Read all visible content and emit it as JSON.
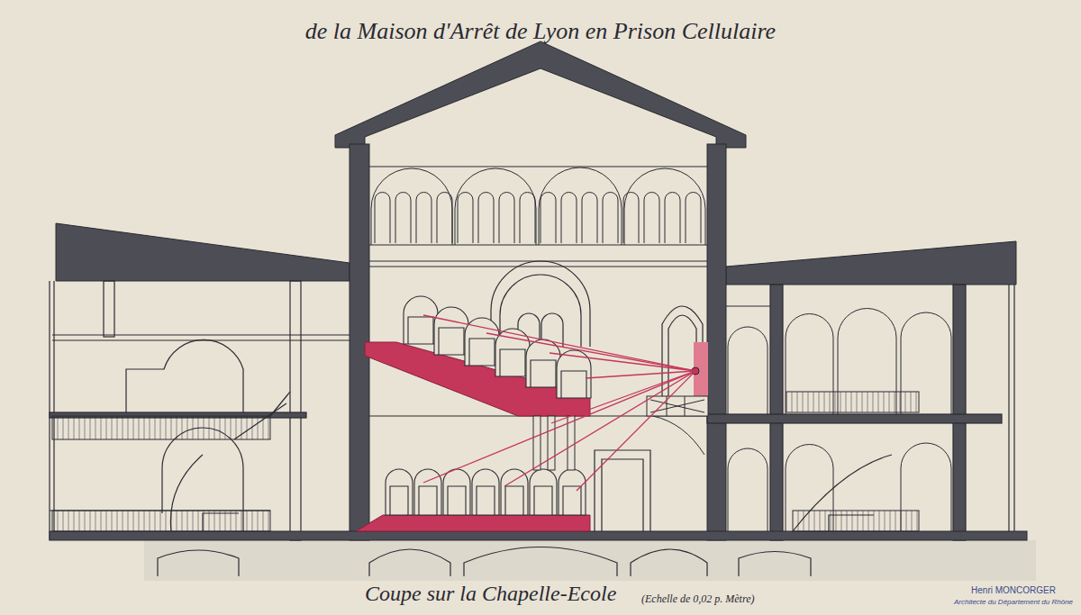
{
  "diagram": {
    "title": "de la Maison d'Arrêt de Lyon en Prison Cellulaire",
    "caption": "Coupe sur la Chapelle-Ecole",
    "labels": [
      "(Echelle de 0,02 p. Mètre)",
      "Henri MONCORGER",
      "Architecte du Département du Rhône"
    ]
  }
}
